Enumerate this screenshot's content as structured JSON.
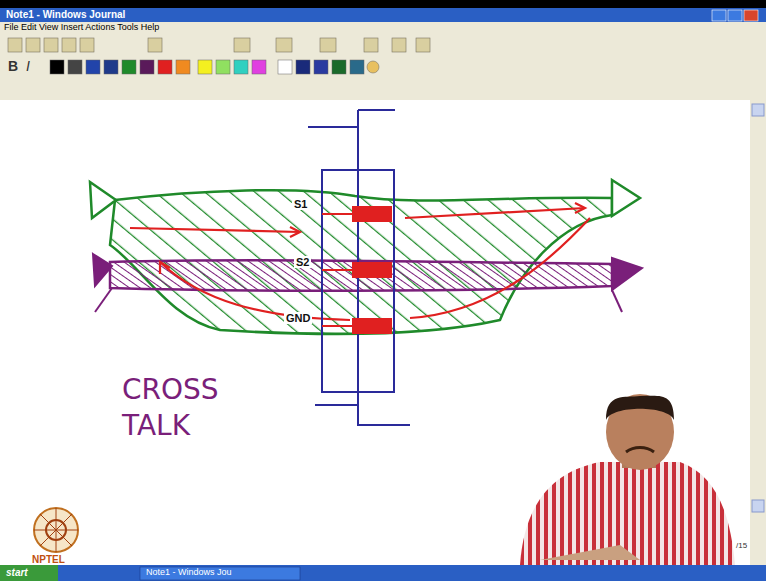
{
  "diagram": {
    "labels": [
      "Note1 - Windows Journal",
      "File Edit View Insert Actions Tools Help",
      "B",
      "I",
      "S1",
      "S2",
      "GND",
      "CROSS TALK",
      "NPTEL",
      "/15",
      "start",
      "Note1 - Windows Jou"
    ]
  }
}
